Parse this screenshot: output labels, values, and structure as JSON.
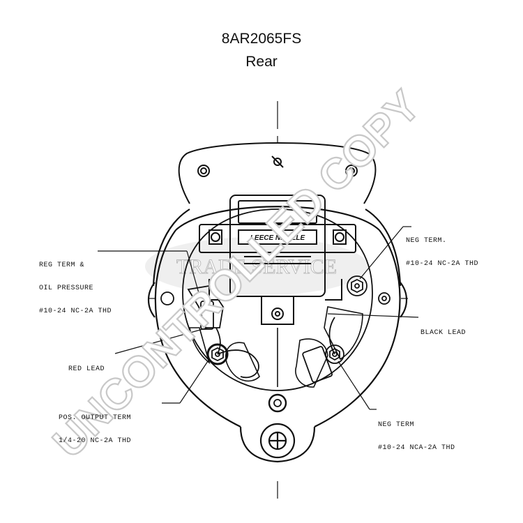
{
  "title": "8AR2065FS",
  "view": "Rear",
  "regulator_brand": "LEECE NEVILLE",
  "stamp_watermark": "TRADE SERVICE",
  "diagonal_watermark": "UNCONTROLLED COPY",
  "callouts": [
    {
      "id": "reg-term",
      "lines": [
        "REG TERM &",
        "OIL PRESSURE",
        "#10-24 NC-2A THD"
      ]
    },
    {
      "id": "neg-term-top",
      "lines": [
        "NEG TERM.",
        "#10-24 NC-2A THD"
      ]
    },
    {
      "id": "black-lead",
      "lines": [
        "BLACK LEAD"
      ]
    },
    {
      "id": "red-lead",
      "lines": [
        "RED LEAD"
      ]
    },
    {
      "id": "pos-term",
      "lines": [
        "POS. OUTPUT TERM",
        "1/4-20 NC-2A THD"
      ]
    },
    {
      "id": "neg-term-bottom",
      "lines": [
        "NEG TERM",
        "#10-24 NCA-2A THD"
      ]
    }
  ],
  "colors": {
    "line": "#111111",
    "watermark": "#c8c8c8",
    "stamp": "#e2e2e2"
  }
}
